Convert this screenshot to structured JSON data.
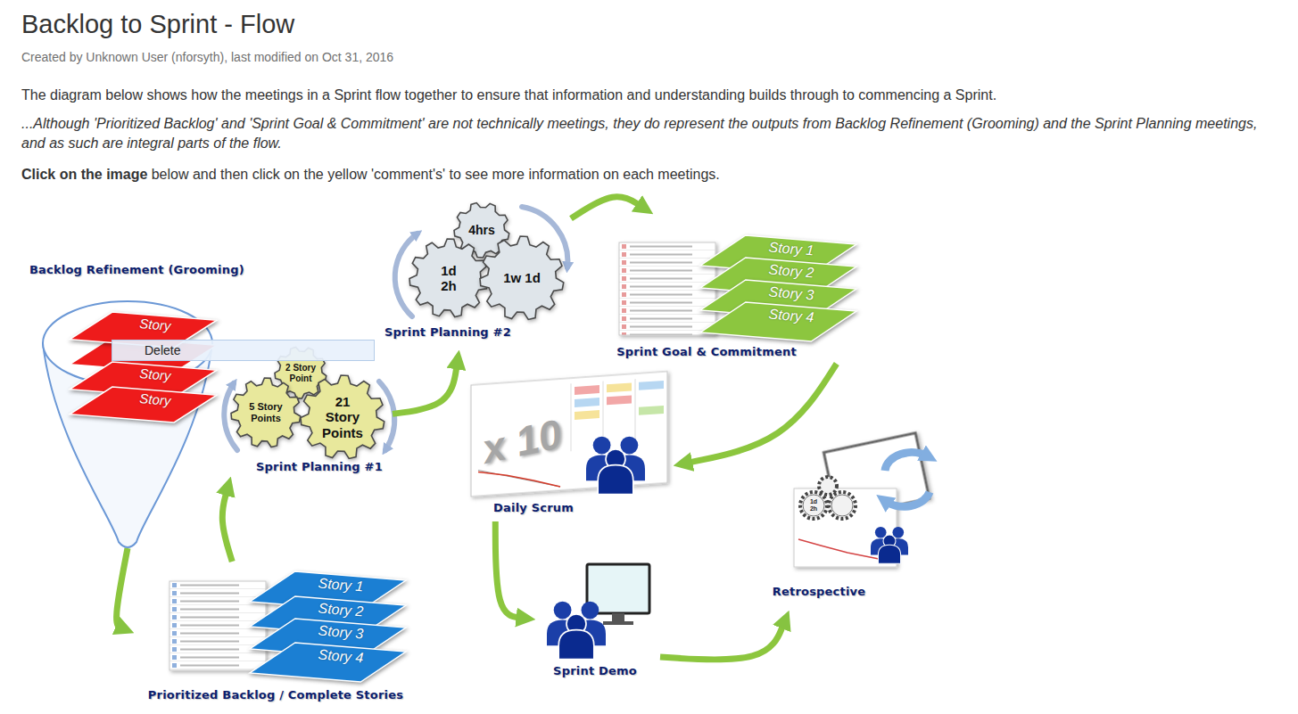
{
  "diagram": {
    "title": "Backlog to Sprint - Flow",
    "nodes": [
      {
        "text": [
          "Backlog Refinement (Grooming)"
        ]
      },
      {
        "text": [
          "Story"
        ],
        "in": 0
      },
      {
        "text": [
          "Story"
        ],
        "in": 0
      },
      {
        "text": [
          "Story"
        ],
        "in": 0
      },
      {
        "text": [
          "Delete"
        ]
      },
      {
        "text": [
          "Prioritized Backlog / Complete Stories"
        ]
      },
      {
        "text": [
          "Story 1"
        ],
        "in": 5
      },
      {
        "text": [
          "Story 2"
        ],
        "in": 5
      },
      {
        "text": [
          "Story 3"
        ],
        "in": 5
      },
      {
        "text": [
          "Story 4"
        ],
        "in": 5
      },
      {
        "text": [
          "Sprint Planning #1"
        ]
      },
      {
        "text": [
          "2 Story Point"
        ],
        "in": 10
      },
      {
        "text": [
          "5 Story Points"
        ],
        "in": 10
      },
      {
        "text": [
          "21 Story Points"
        ],
        "in": 10
      },
      {
        "text": [
          "Sprint Planning #2"
        ]
      },
      {
        "text": [
          "4hrs"
        ],
        "in": 14
      },
      {
        "text": [
          "1d 2h"
        ],
        "in": 14
      },
      {
        "text": [
          "1w 1d"
        ],
        "in": 14
      },
      {
        "text": [
          "Sprint Goal & Commitment"
        ]
      },
      {
        "text": [
          "Story 1"
        ],
        "in": 18
      },
      {
        "text": [
          "Story 2"
        ],
        "in": 18
      },
      {
        "text": [
          "Story 3"
        ],
        "in": 18
      },
      {
        "text": [
          "Story 4"
        ],
        "in": 18
      },
      {
        "text": [
          "Daily Scrum"
        ]
      },
      {
        "text": [
          "Sprint Demo"
        ]
      },
      {
        "text": [
          "Retrospective"
        ]
      }
    ],
    "edges": [
      {
        "from": 0,
        "to": 5,
        "arrow": "to"
      },
      {
        "from": 5,
        "to": 10,
        "arrow": "to"
      },
      {
        "from": 10,
        "to": 14,
        "arrow": "to"
      },
      {
        "from": 14,
        "to": 18,
        "arrow": "to"
      },
      {
        "from": 18,
        "to": 23,
        "arrow": "to"
      },
      {
        "from": 23,
        "to": 24,
        "arrow": "to"
      },
      {
        "from": 24,
        "to": 25,
        "arrow": "to"
      }
    ],
    "labels": [
      "Created by Unknown User (nforsyth), last modified on Oct 31, 2016",
      "The diagram below shows how the meetings in a Sprint flow together to ensure that information and understanding builds through to commencing a Sprint.",
      "...Although 'Prioritized Backlog' and 'Sprint Goal & Commitment' are not technically meetings, they do represent the outputs from Backlog Refinement (Grooming) and the Sprint Planning meetings, and as such are integral parts of the flow.",
      "Click on the image",
      "below and then click on the yellow 'comment's' to see more information on each meetings.",
      "x 10",
      "1d 2h"
    ]
  }
}
